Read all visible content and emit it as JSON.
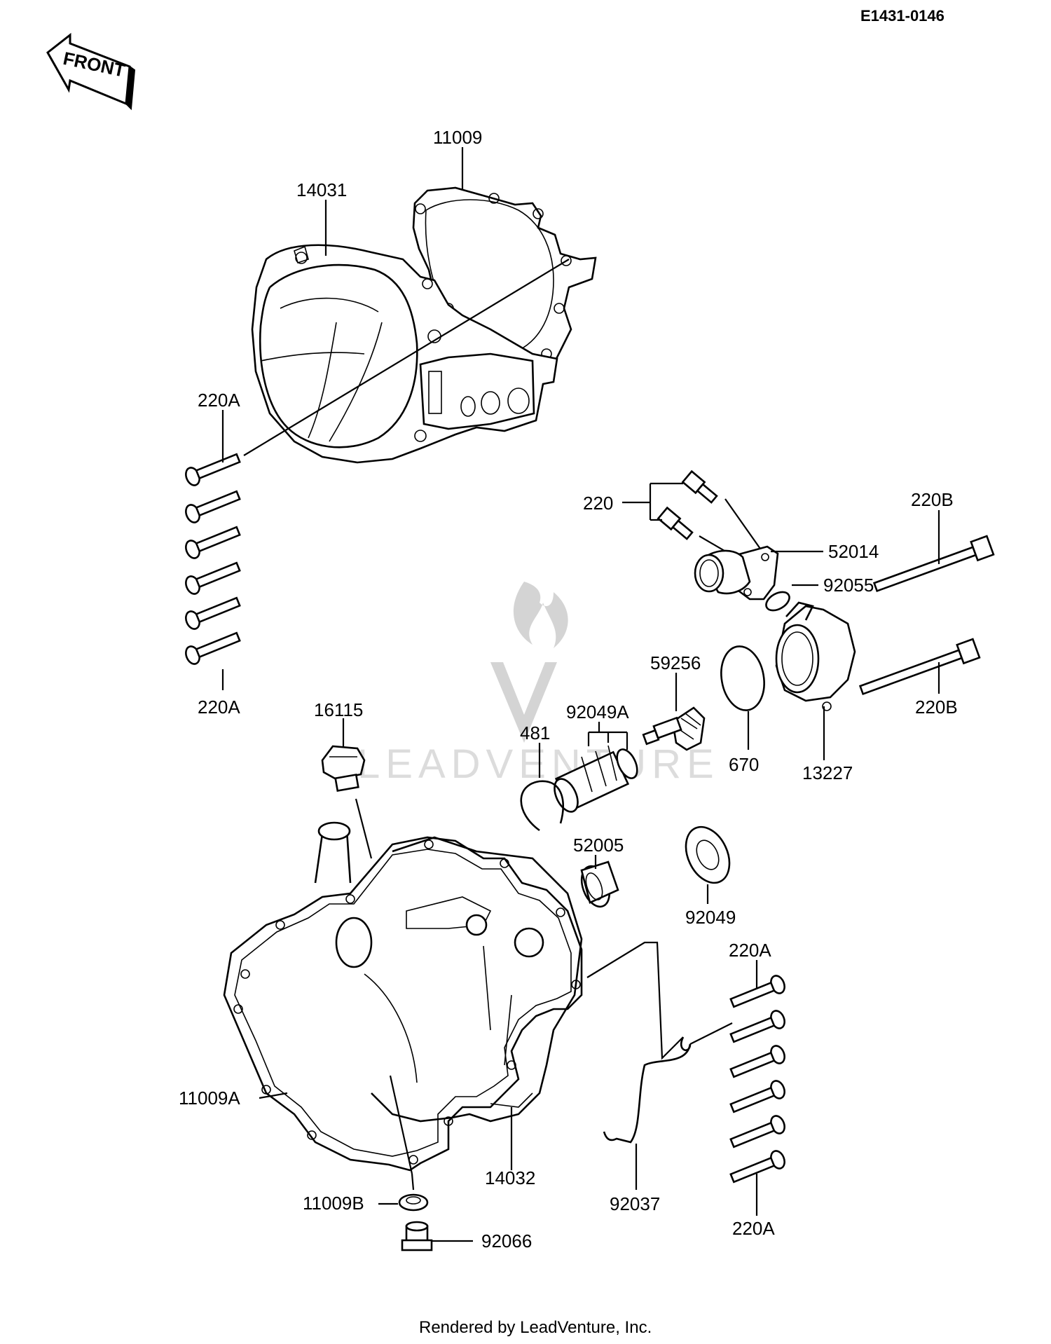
{
  "diagram": {
    "reference": "E1431-0146",
    "front_label": "FRONT",
    "watermark": "LEADVENTURE",
    "footer": "Rendered by LeadVenture, Inc."
  },
  "parts": {
    "p11009": "11009",
    "p14031": "14031",
    "p220A_top": "220A",
    "p220A_bot": "220A",
    "p220": "220",
    "p52014": "52014",
    "p92055": "92055",
    "p220B_top": "220B",
    "p220B_bot": "220B",
    "p59256": "59256",
    "p92049A": "92049A",
    "p481": "481",
    "p670": "670",
    "p13227": "13227",
    "p16115": "16115",
    "p52005": "52005",
    "p92049": "92049",
    "p220A_r_top": "220A",
    "p220A_r_bot": "220A",
    "p11009A": "11009A",
    "p14032": "14032",
    "p92037": "92037",
    "p11009B": "11009B",
    "p92066": "92066"
  }
}
